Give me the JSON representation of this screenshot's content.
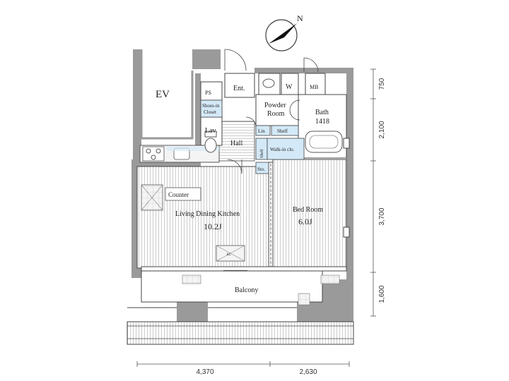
{
  "plan": {
    "rooms": {
      "ev": "EV",
      "ps": "PS",
      "ent": "Ent.",
      "w": "W",
      "mb": "MB",
      "shoes_in_closet": "Shoes-in\nCloset",
      "powder_room": "Powder\nRoom",
      "bath": "Bath",
      "bath_size": "1418",
      "lav": "Lav.",
      "lin": "Lin",
      "shelf": "Shelf",
      "shelf_vertical": "Shelf",
      "walk_in_clo": "Walk-in clo.",
      "hall": "Hall",
      "sto": "Sto.",
      "counter": "Counter",
      "ldk": "Living Dining Kitchen",
      "ldk_size": "10.2J",
      "bedroom": "Bed Room",
      "bedroom_size": "6.0J",
      "balcony": "Balcony",
      "ac": "AC"
    },
    "dimensions": {
      "right": [
        "750",
        "2,100",
        "3,700",
        "1,600"
      ],
      "bottom": [
        "4,370",
        "2,630"
      ]
    },
    "compass": "N",
    "colors": {
      "wall": "#9a9a9a",
      "floor_stripe": "#cfcfcf",
      "storage_fill": "#d4e9f7",
      "line": "#444444"
    }
  }
}
